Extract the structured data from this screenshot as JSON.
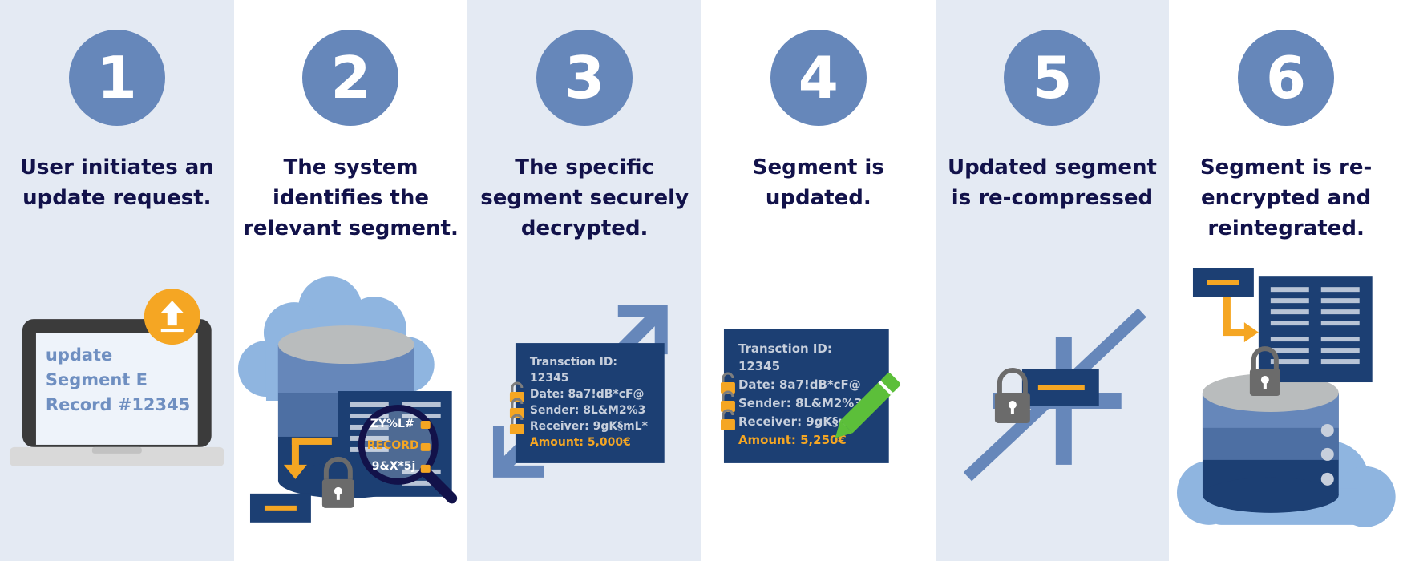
{
  "steps": [
    {
      "number": "1",
      "text": "User initiates an update request."
    },
    {
      "number": "2",
      "text": "The system identifies the relevant segment."
    },
    {
      "number": "3",
      "text": "The specific segment securely decrypted."
    },
    {
      "number": "4",
      "text": "Segment is updated."
    },
    {
      "number": "5",
      "text": "Updated segment is re-compressed"
    },
    {
      "number": "6",
      "text": "Segment is re-encrypted and reintegrated."
    }
  ],
  "laptop": {
    "line1": "update",
    "line2": "Segment E",
    "line3": "Record #12345"
  },
  "magnifier": {
    "line1": "ZY%L#",
    "line2": "RECORD",
    "line3": "9&X*5j"
  },
  "record_encrypted": {
    "line1": "Transction ID:",
    "line2": "12345",
    "date": "Date: 8a7!dB*cF@",
    "sender": "Sender: 8L&M2%3",
    "receiver": "Receiver: 9gK§mL*",
    "amount": "Amount: 5,000€"
  },
  "record_updated": {
    "line1": "Transction ID:",
    "line2": "12345",
    "date": "Date: 8a7!dB*cF@",
    "sender": "Sender: 8L&M2%3",
    "receiver": "Receiver: 9gK§m",
    "amount": "Amount: 5,250€"
  },
  "colors": {
    "background_shade": "#e4eaf3",
    "circle": "#6687ba",
    "title_text": "#12124a",
    "navy": "#1c3f73",
    "accent_orange": "#f5a623",
    "pencil_green": "#5cbf3a",
    "cloud_blue": "#8fb5e0",
    "lock_gray": "#6b6b6b"
  }
}
